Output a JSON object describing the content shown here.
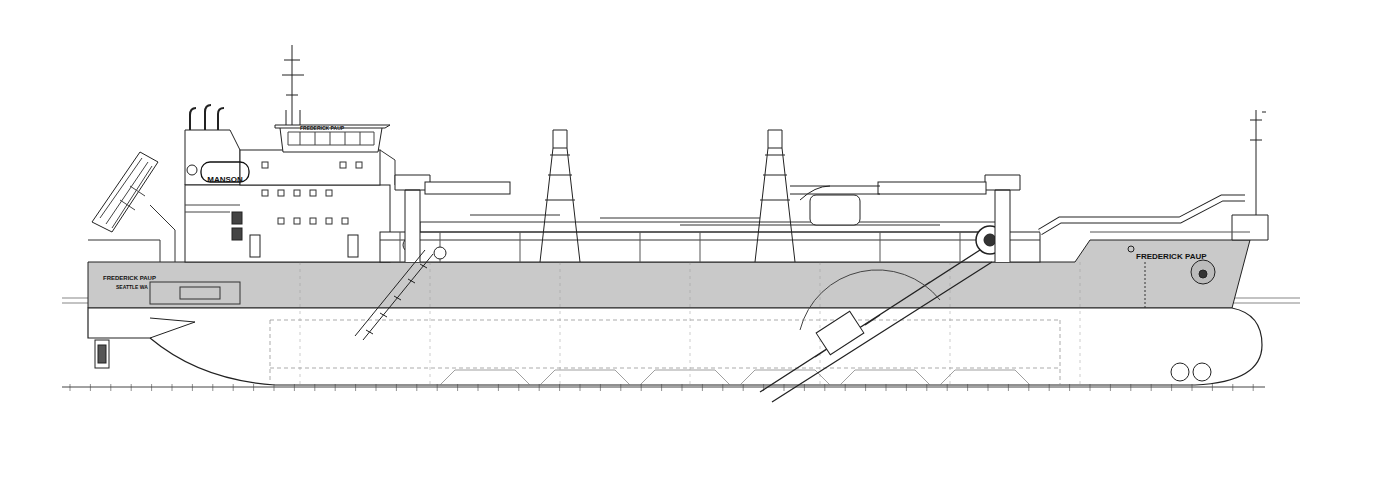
{
  "diagram": {
    "labels": [
      "MANSON",
      "FREDERICK PAUP",
      "FREDERICK PAUP",
      "SEATTLE WA",
      "FREDERICK PAUP"
    ]
  }
}
